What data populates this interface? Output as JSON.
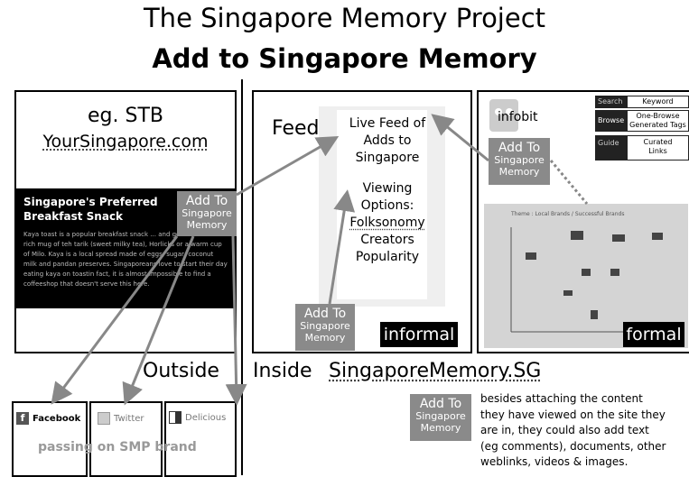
{
  "title": "The Singapore Memory Project",
  "subtitle": "Add to Singapore Memory",
  "left_panel": {
    "eg_label": "eg. STB",
    "site": "YourSingapore.com",
    "article_title_1": "Singapore's Preferred",
    "article_title_2": "Breakfast Snack",
    "article_body": "Kaya toast is a popular breakfast snack ... and goes well with a rich mug of teh tarik (sweet milky tea), Horlicks or a warm cup of Milo. Kaya is a local spread made of eggs, sugar, coconut milk and pandan preserves. Singaporeans love to start their day eating kaya on toastin fact, it is almost impossible to find a coffeeshop that doesn't serve this here."
  },
  "add_button": {
    "line1": "Add To",
    "line2": "Singapore",
    "line3": "Memory"
  },
  "middle_panel": {
    "feed_label": "Feed",
    "live_feed": [
      "Live Feed of",
      "Adds to",
      "Singapore"
    ],
    "viewing": [
      "Viewing",
      "Options:",
      "Folksonomy",
      "Creators",
      "Popularity"
    ],
    "informal": "informal"
  },
  "right_panel": {
    "infobit": "infobit",
    "menu": [
      {
        "key": "Search",
        "value": "Keyword"
      },
      {
        "key": "Browse",
        "value": "One-Browse Generated Tags"
      },
      {
        "key": "Guide",
        "value": "Curated Links"
      }
    ],
    "sketch_title": "Theme : Local Brands / Successful Brands",
    "formal": "formal"
  },
  "labels": {
    "outside": "Outside",
    "inside": "Inside",
    "site": "SingaporeMemory.SG"
  },
  "social": {
    "facebook": "Facebook",
    "twitter": "Twitter",
    "delicious": "Delicious",
    "passing": "passing on SMP brand"
  },
  "note": [
    "besides attaching the content",
    "they have viewed on the site they",
    "are in, they could also add text",
    "(eg comments), documents, other",
    "weblinks, videos & images."
  ]
}
